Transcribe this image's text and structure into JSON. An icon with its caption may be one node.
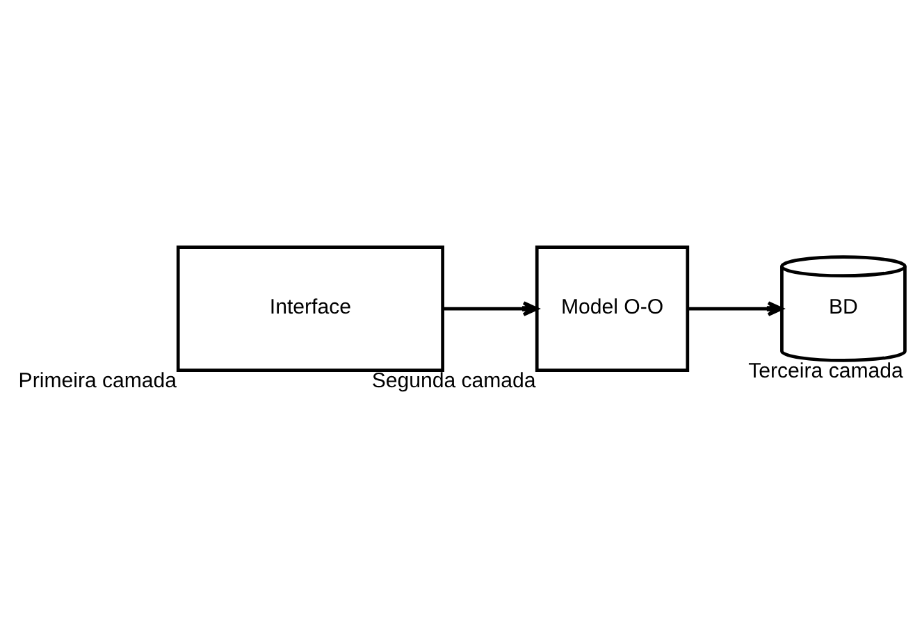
{
  "diagram": {
    "nodes": [
      {
        "text": [
          "Model O-O"
        ],
        "beside": [
          "Segunda camada"
        ]
      },
      {
        "text": [
          "BD"
        ],
        "beside": [
          "Terceira camada"
        ]
      },
      {
        "text": [
          "Interface"
        ],
        "beside": [
          "Primeira camada"
        ]
      }
    ],
    "edges": [
      {
        "from": 0,
        "to": 1,
        "arrow": "to"
      },
      {
        "from": 2,
        "to": 0,
        "arrow": "to"
      }
    ]
  }
}
